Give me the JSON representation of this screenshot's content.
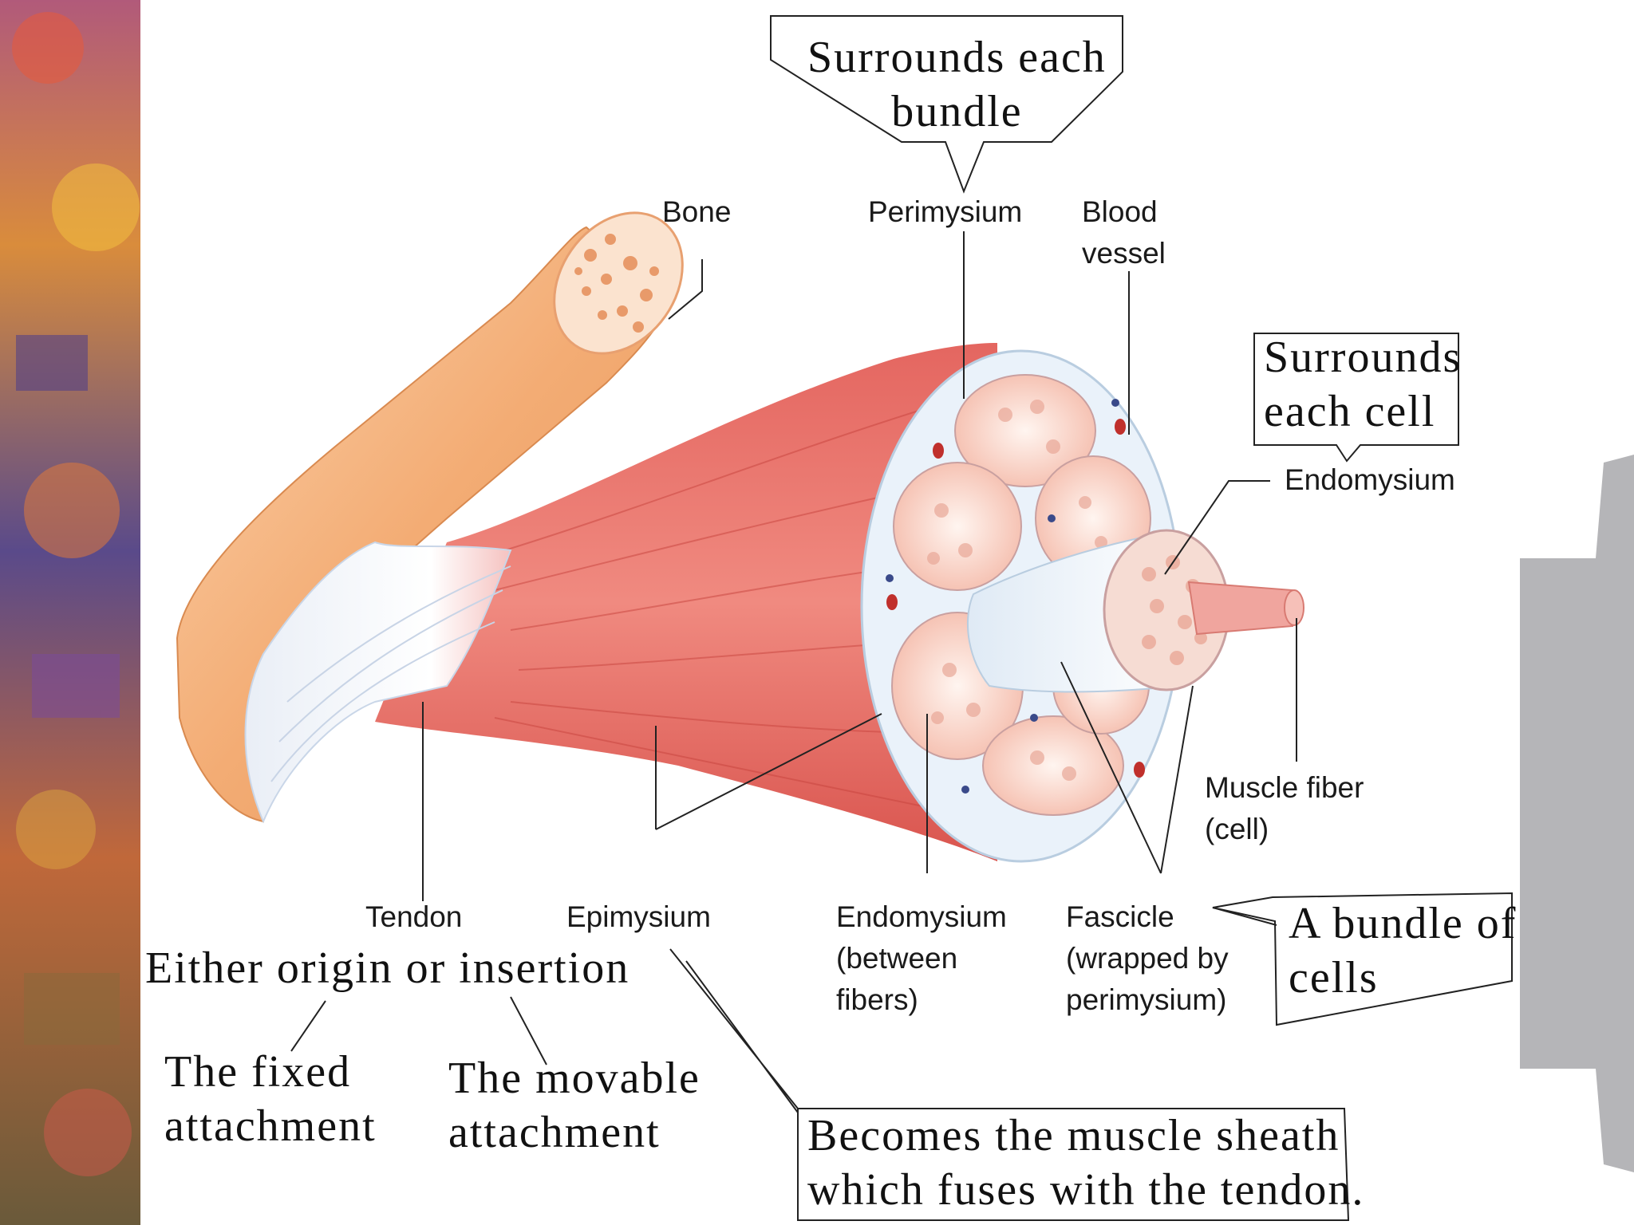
{
  "labels": {
    "bone": "Bone",
    "perimysium": "Perimysium",
    "blood_vessel": "Blood\nvessel",
    "endomysium_right": "Endomysium",
    "muscle_fiber": "Muscle fiber\n(cell)",
    "tendon": "Tendon",
    "epimysium": "Epimysium",
    "endomysium_bottom": "Endomysium\n(between\nfibers)",
    "fascicle": "Fascicle\n(wrapped by\nperimysium)"
  },
  "notes": {
    "surrounds_bundle": "Surrounds each\nbundle",
    "surrounds_cell": "Surrounds\neach cell",
    "bundle_of_cells": "A bundle of\ncells",
    "origin_insertion": "Either origin or insertion",
    "fixed_attachment": "The fixed\nattachment",
    "movable_attachment": "The movable\nattachment",
    "muscle_sheath": "Becomes the muscle sheath\nwhich fuses with the tendon."
  },
  "colors": {
    "muscle": "#e8645f",
    "bone": "#f4b37e",
    "tendon": "#f3f4f8",
    "fascicle": "#f9d3c9",
    "left_strip": "#7a3c6a",
    "right_strip": "#b8b8bc"
  }
}
